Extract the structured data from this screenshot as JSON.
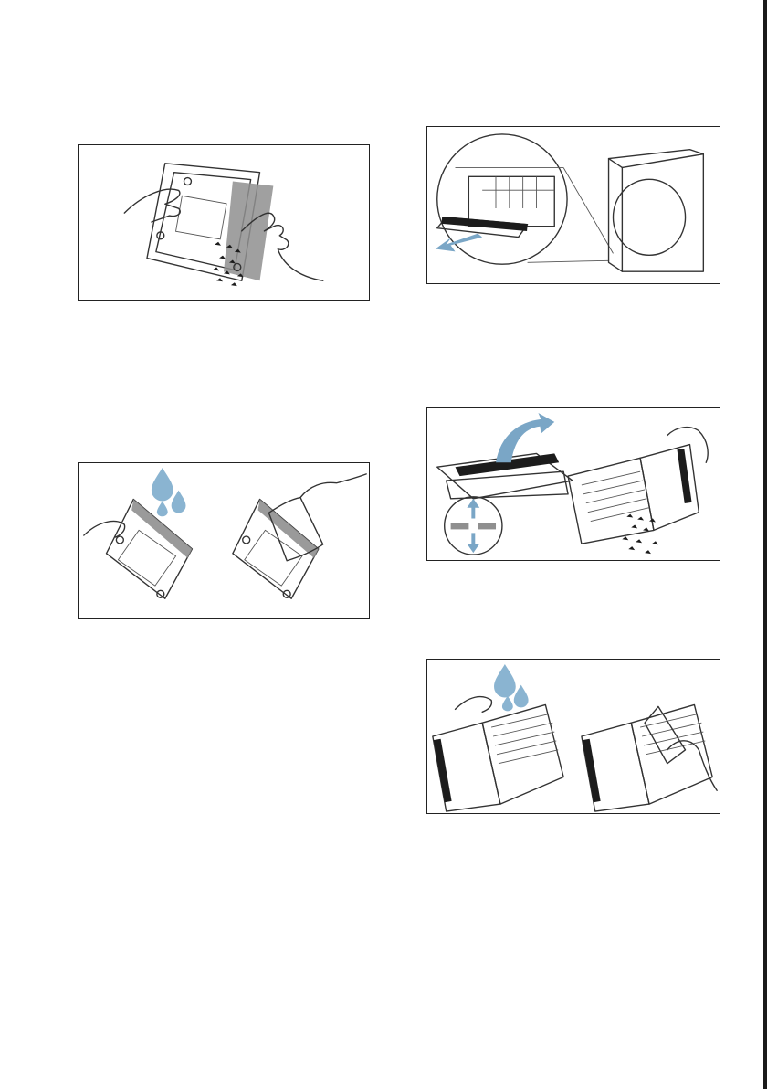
{
  "colors": {
    "frame": "#222222",
    "water": "#8ab4d1",
    "arrow": "#7aa6c6",
    "filter_mesh": "#8f8f8f",
    "lint": "#1c1c1c"
  },
  "figures": [
    {
      "id": "fig-remove-filter-from-dryer",
      "icons": [
        "dryer-icon",
        "magnifier-circle-icon",
        "pull-arrow-icon"
      ]
    },
    {
      "id": "fig-wipe-lint-left",
      "icons": [
        "hand-icon",
        "lint-particles-icon"
      ]
    },
    {
      "id": "fig-open-filter",
      "icons": [
        "rotate-arrow-icon",
        "up-down-arrow-icon",
        "hand-icon",
        "lint-particles-icon"
      ]
    },
    {
      "id": "fig-rinse-and-dry-left",
      "icons": [
        "water-drop-icon",
        "hand-icon",
        "cloth-icon"
      ]
    },
    {
      "id": "fig-rinse-and-dry-right",
      "icons": [
        "water-drop-icon",
        "hand-icon",
        "cloth-icon"
      ]
    }
  ]
}
